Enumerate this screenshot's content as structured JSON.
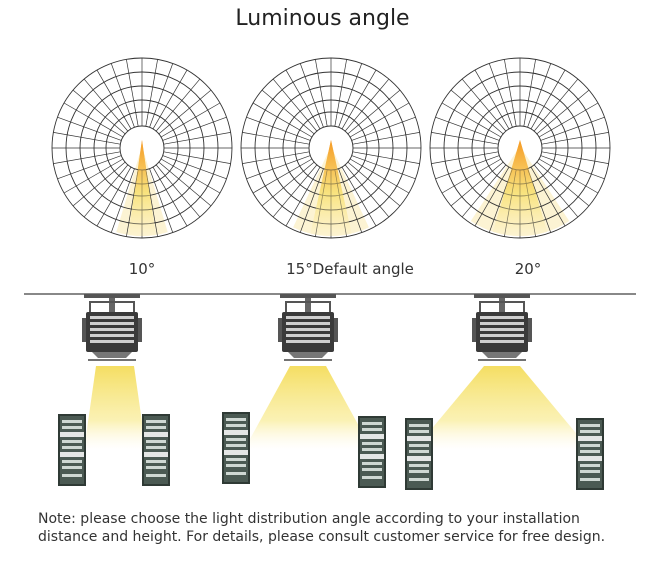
{
  "title": "Luminous angle",
  "beam_options": [
    {
      "label": "10°",
      "beam_deg": 10
    },
    {
      "label": "15°Default angle",
      "beam_deg": 15
    },
    {
      "label": "20°",
      "beam_deg": 20
    }
  ],
  "note": {
    "line1": "Note: please choose the light distribution angle according to your installation",
    "line2": "distance and height. For details, please consult customer service for free design."
  },
  "colors": {
    "beam_core": "#f59a23",
    "beam_glow": "#f8e27a",
    "grid": "#333333",
    "ceiling": "#888888"
  }
}
